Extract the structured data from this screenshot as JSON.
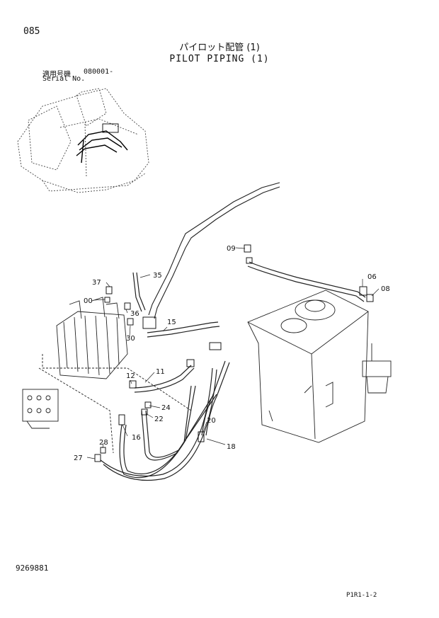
{
  "header": {
    "page_number": "085",
    "title_jp": "パイロット配管 (1)",
    "title_en": "PILOT PIPING (1)",
    "serial_label_jp": "適用号機",
    "serial_label_en": "Serial No.",
    "serial_value": "080001-"
  },
  "footer": {
    "document_number": "9269881",
    "sheet_code": "P1R1-1-2"
  },
  "callouts": {
    "c09": "09",
    "c06": "06",
    "c08": "08",
    "c35": "35",
    "c37": "37",
    "c00": "00",
    "c36": "36",
    "c30": "30",
    "c15": "15",
    "c12": "12",
    "c11": "11",
    "c24": "24",
    "c22": "22",
    "c20": "20",
    "c16": "16",
    "c28": "28",
    "c27": "27",
    "c18": "18"
  }
}
